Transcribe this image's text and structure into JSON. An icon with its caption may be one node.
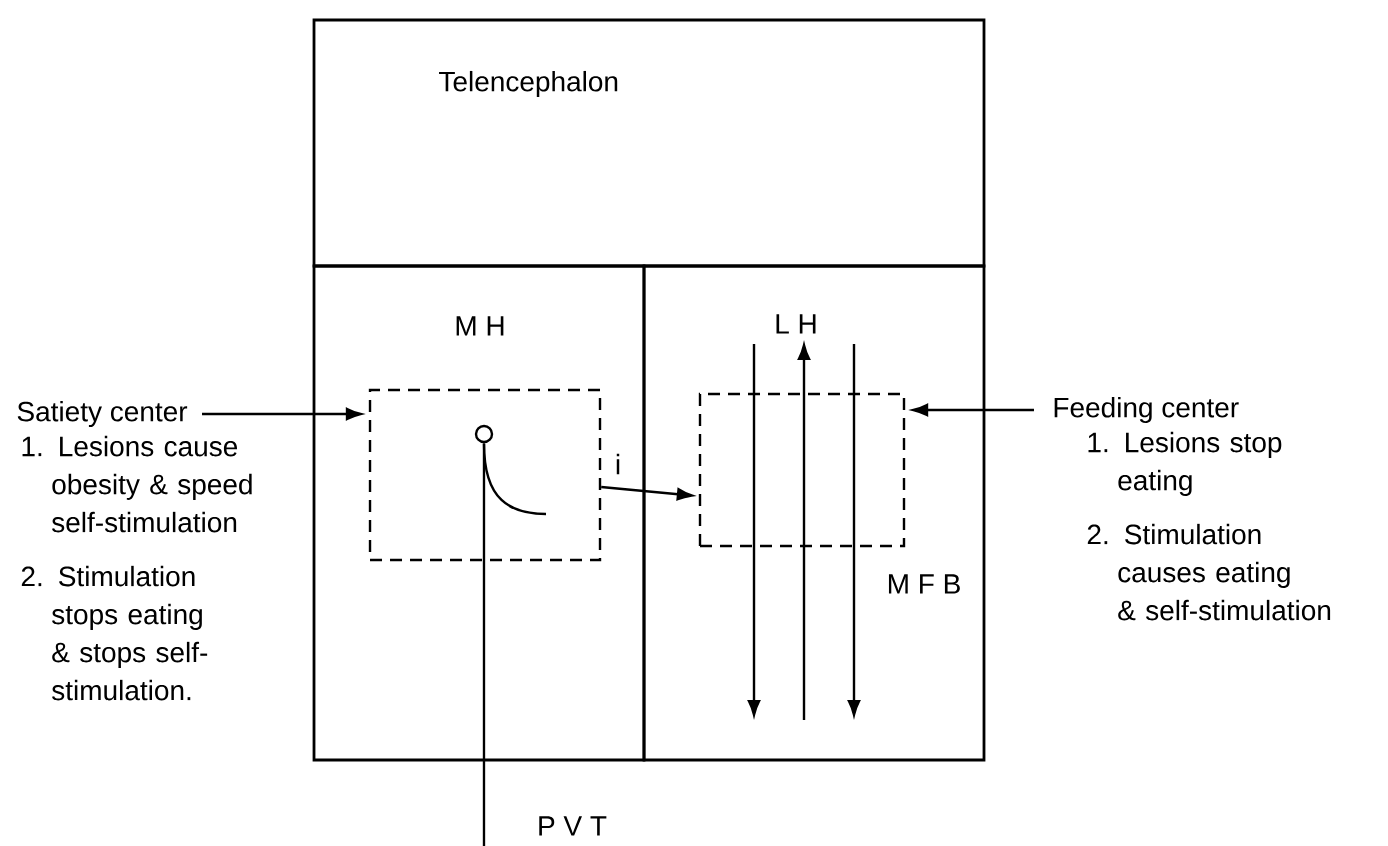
{
  "diagram": {
    "nodes": [
      {
        "text": [
          "Telencephalon"
        ]
      },
      {
        "text": [
          "M H"
        ]
      },
      {
        "text": [
          "L H",
          "M F B"
        ]
      },
      {
        "text": [],
        "shape": "box",
        "in": 1
      },
      {
        "text": [],
        "shape": "box",
        "in": 2
      },
      {
        "text": [
          "Satiety center"
        ],
        "beside": [
          "1. Lesions cause obesity & speed self-stimulation",
          "2. Stimulation stops eating & stops self-stimulation."
        ]
      },
      {
        "text": [
          "Feeding center"
        ],
        "beside": [
          "1. Lesions stop eating",
          "2. Stimulation causes eating & self-stimulation"
        ]
      },
      {
        "text": [],
        "shape": "circle",
        "in": 3
      }
    ],
    "edges": [
      {
        "from": 5,
        "to": 3,
        "arrow": "to"
      },
      {
        "from": 6,
        "to": 4,
        "arrow": "to"
      },
      {
        "from": 3,
        "to": 4,
        "arrow": "to",
        "label": "i"
      },
      {
        "from": null,
        "to": 7,
        "arrow": "none"
      }
    ],
    "labels": [
      "P V T"
    ]
  }
}
